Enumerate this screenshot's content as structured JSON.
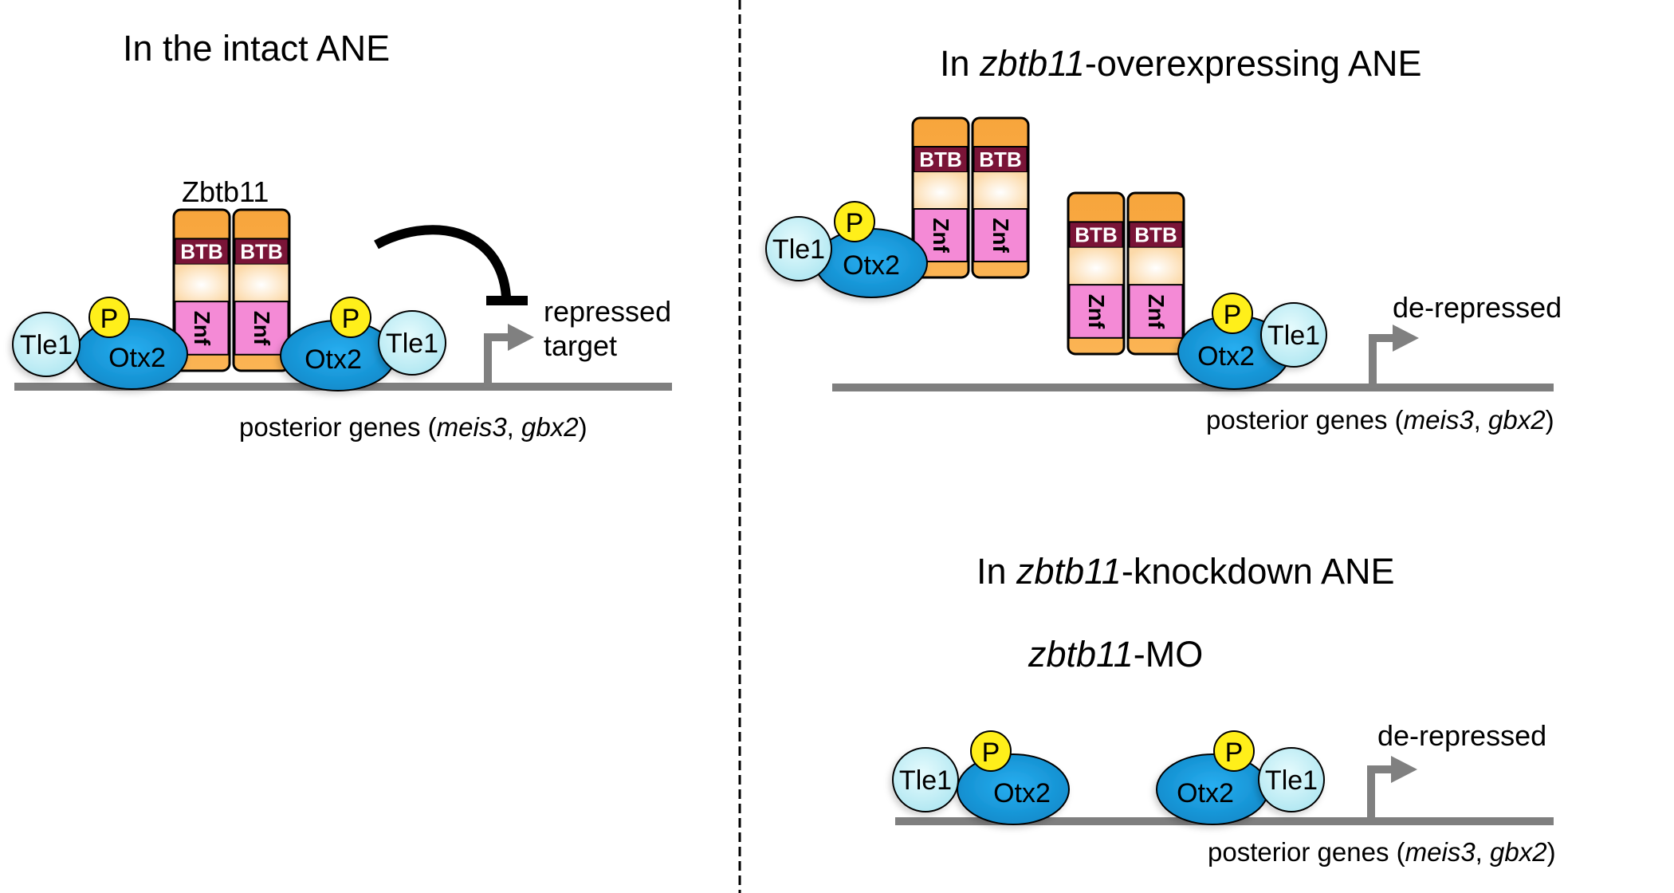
{
  "colors": {
    "background": "#ffffff",
    "dna": "#7f7f7f",
    "promoter_arrow": "#808080",
    "tle1_fill": "#c8f0f6",
    "otx2_fill": "#1b9bd6",
    "phospho_fill": "#ffef1a",
    "zbtb_orange": "#f9a94a",
    "btb_band": "#7a1437",
    "cream": "#fde6c8",
    "znf_pink": "#f48ad6",
    "outline": "#000000",
    "divider": "#000000"
  },
  "labels": {
    "tle1": "Tle1",
    "otx2": "Otx2",
    "phospho": "P",
    "btb": "BTB",
    "znf": "Znf"
  },
  "panels": {
    "intact": {
      "title": "In the intact ANE",
      "protein_label": "Zbtb11",
      "target_line1": "repressed",
      "target_line2": "target",
      "genes_prefix": "posterior genes (",
      "gene1": "meis3",
      "gene_sep": ", ",
      "gene2": "gbx2",
      "genes_suffix": ")",
      "relation": "inhibition"
    },
    "overexpressing": {
      "title_prefix": "In ",
      "title_gene": "zbtb11",
      "title_suffix": "-overexpressing ANE",
      "target_label": "de-repressed",
      "genes_prefix": "posterior genes (",
      "gene1": "meis3",
      "gene_sep": ", ",
      "gene2": "gbx2",
      "genes_suffix": ")"
    },
    "knockdown": {
      "title_prefix": "In ",
      "title_gene": "zbtb11",
      "title_suffix": "-knockdown ANE",
      "mo_gene": "zbtb11",
      "mo_suffix": "-MO",
      "target_label": "de-repressed",
      "genes_prefix": "posterior genes (",
      "gene1": "meis3",
      "gene_sep": ", ",
      "gene2": "gbx2",
      "genes_suffix": ")"
    }
  }
}
